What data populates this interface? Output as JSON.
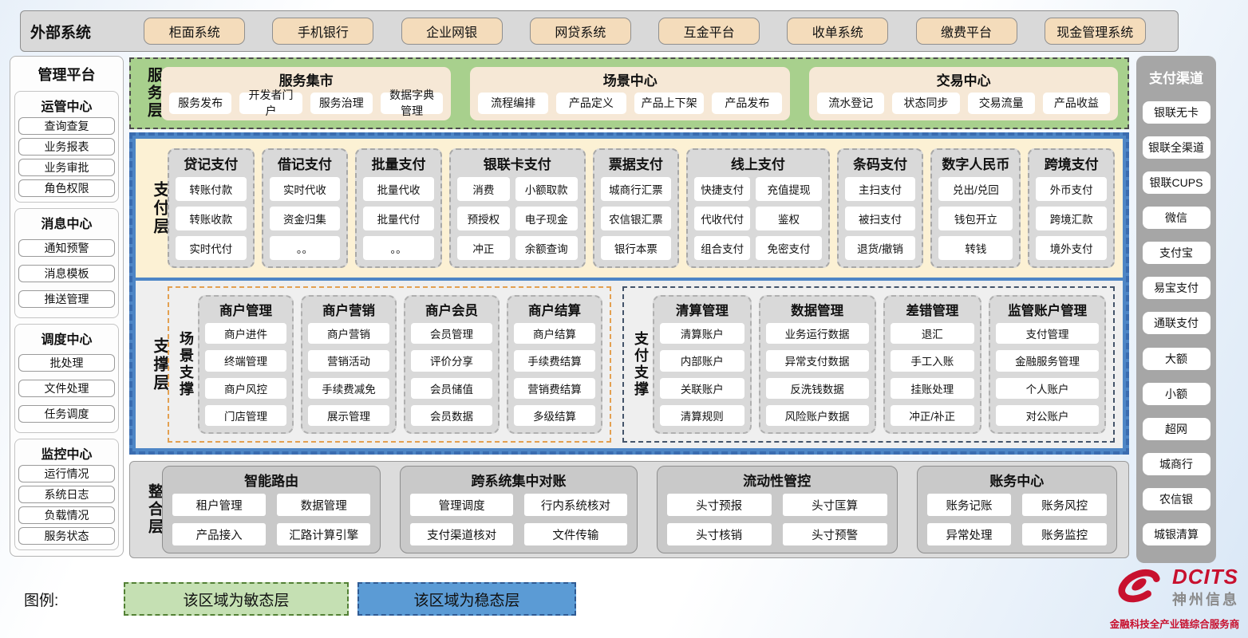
{
  "external": {
    "label": "外部系统",
    "systems": [
      "柜面系统",
      "手机银行",
      "企业网银",
      "网贷系统",
      "互金平台",
      "收单系统",
      "缴费平台",
      "现金管理系统"
    ]
  },
  "management": {
    "title": "管理平台",
    "groups": [
      {
        "title": "运管中心",
        "items": [
          "查询查复",
          "业务报表",
          "业务审批",
          "角色权限"
        ]
      },
      {
        "title": "消息中心",
        "items": [
          "通知预警",
          "消息模板",
          "推送管理"
        ]
      },
      {
        "title": "调度中心",
        "items": [
          "批处理",
          "文件处理",
          "任务调度"
        ]
      },
      {
        "title": "监控中心",
        "items": [
          "运行情况",
          "系统日志",
          "负载情况",
          "服务状态"
        ]
      }
    ]
  },
  "service_layer": {
    "label": "服务层",
    "panels": [
      {
        "title": "服务集市",
        "items": [
          "服务发布",
          "开发者门户",
          "服务治理",
          "数据字典管理"
        ]
      },
      {
        "title": "场景中心",
        "items": [
          "流程编排",
          "产品定义",
          "产品上下架",
          "产品发布"
        ]
      },
      {
        "title": "交易中心",
        "items": [
          "流水登记",
          "状态同步",
          "交易流量",
          "产品收益"
        ]
      }
    ]
  },
  "payment_layer": {
    "label": "支付层",
    "groups": [
      {
        "title": "贷记支付",
        "items": [
          "转账付款",
          "转账收款",
          "实时代付"
        ]
      },
      {
        "title": "借记支付",
        "items": [
          "实时代收",
          "资金归集",
          "。。"
        ]
      },
      {
        "title": "批量支付",
        "items": [
          "批量代收",
          "批量代付",
          "。。"
        ]
      },
      {
        "title": "银联卡支付",
        "items": [
          "消费",
          "小额取款",
          "预授权",
          "电子现金",
          "冲正",
          "余额查询"
        ]
      },
      {
        "title": "票据支付",
        "items": [
          "城商行汇票",
          "农信银汇票",
          "银行本票"
        ]
      },
      {
        "title": "线上支付",
        "items": [
          "快捷支付",
          "充值提现",
          "代收代付",
          "鉴权",
          "组合支付",
          "免密支付"
        ]
      },
      {
        "title": "条码支付",
        "items": [
          "主扫支付",
          "被扫支付",
          "退货/撤销"
        ]
      },
      {
        "title": "数字人民币",
        "items": [
          "兑出/兑回",
          "钱包开立",
          "转钱"
        ]
      },
      {
        "title": "跨境支付",
        "items": [
          "外币支付",
          "跨境汇款",
          "境外支付"
        ]
      }
    ]
  },
  "support_layer": {
    "label": "支撑层",
    "scene": {
      "label": "场景支撑",
      "groups": [
        {
          "title": "商户管理",
          "items": [
            "商户进件",
            "终端管理",
            "商户风控",
            "门店管理"
          ]
        },
        {
          "title": "商户营销",
          "items": [
            "商户营销",
            "营销活动",
            "手续费减免",
            "展示管理"
          ]
        },
        {
          "title": "商户会员",
          "items": [
            "会员管理",
            "评价分享",
            "会员储值",
            "会员数据"
          ]
        },
        {
          "title": "商户结算",
          "items": [
            "商户结算",
            "手续费结算",
            "营销费结算",
            "多级结算"
          ]
        }
      ]
    },
    "payment_support": {
      "label": "支付支撑",
      "groups": [
        {
          "title": "清算管理",
          "items": [
            "清算账户",
            "内部账户",
            "关联账户",
            "清算规则"
          ]
        },
        {
          "title": "数据管理",
          "items": [
            "业务运行数据",
            "异常支付数据",
            "反洗钱数据",
            "风险账户数据"
          ]
        },
        {
          "title": "差错管理",
          "items": [
            "退汇",
            "手工入账",
            "挂账处理",
            "冲正/补正"
          ]
        },
        {
          "title": "监管账户管理",
          "items": [
            "支付管理",
            "金融服务管理",
            "个人账户",
            "对公账户"
          ]
        }
      ]
    }
  },
  "integration_layer": {
    "label": "整合层",
    "sections": [
      {
        "title": "智能路由",
        "items": [
          "租户管理",
          "数据管理",
          "产品接入",
          "汇路计算引擎"
        ]
      },
      {
        "title": "跨系统集中对账",
        "items": [
          "管理调度",
          "行内系统核对",
          "支付渠道核对",
          "文件传输"
        ]
      },
      {
        "title": "流动性管控",
        "items": [
          "头寸预报",
          "头寸匡算",
          "头寸核销",
          "头寸预警"
        ]
      },
      {
        "title": "账务中心",
        "items": [
          "账务记账",
          "账务风控",
          "异常处理",
          "账务监控"
        ]
      }
    ]
  },
  "channels": {
    "title": "支付渠道",
    "items": [
      "银联无卡",
      "银联全渠道",
      "银联CUPS",
      "微信",
      "支付宝",
      "易宝支付",
      "通联支付",
      "大额",
      "小额",
      "超网",
      "城商行",
      "农信银",
      "城银清算"
    ]
  },
  "legend": {
    "label": "图例:",
    "agile": "该区域为敏态层",
    "stable": "该区域为稳态层"
  },
  "logo": {
    "brand": "DCITS",
    "company": "神州信息",
    "tagline": "金融科技全产业链综合服务商"
  },
  "colors": {
    "agile_green_fill": "#c5e0b3",
    "agile_green_band": "#a8d08d",
    "stable_blue_fill": "#5b9bd5",
    "stable_blue_band": "#4e86c6",
    "payment_cream": "#fcf1d4",
    "external_button_cream": "#f4dcbb",
    "group_gray": "#d9d9d9",
    "channel_rail_gray": "#a6a6a6",
    "scene_border_orange": "#e3a050",
    "payment_support_border_navy": "#44546a",
    "brand_red": "#c8102e"
  }
}
